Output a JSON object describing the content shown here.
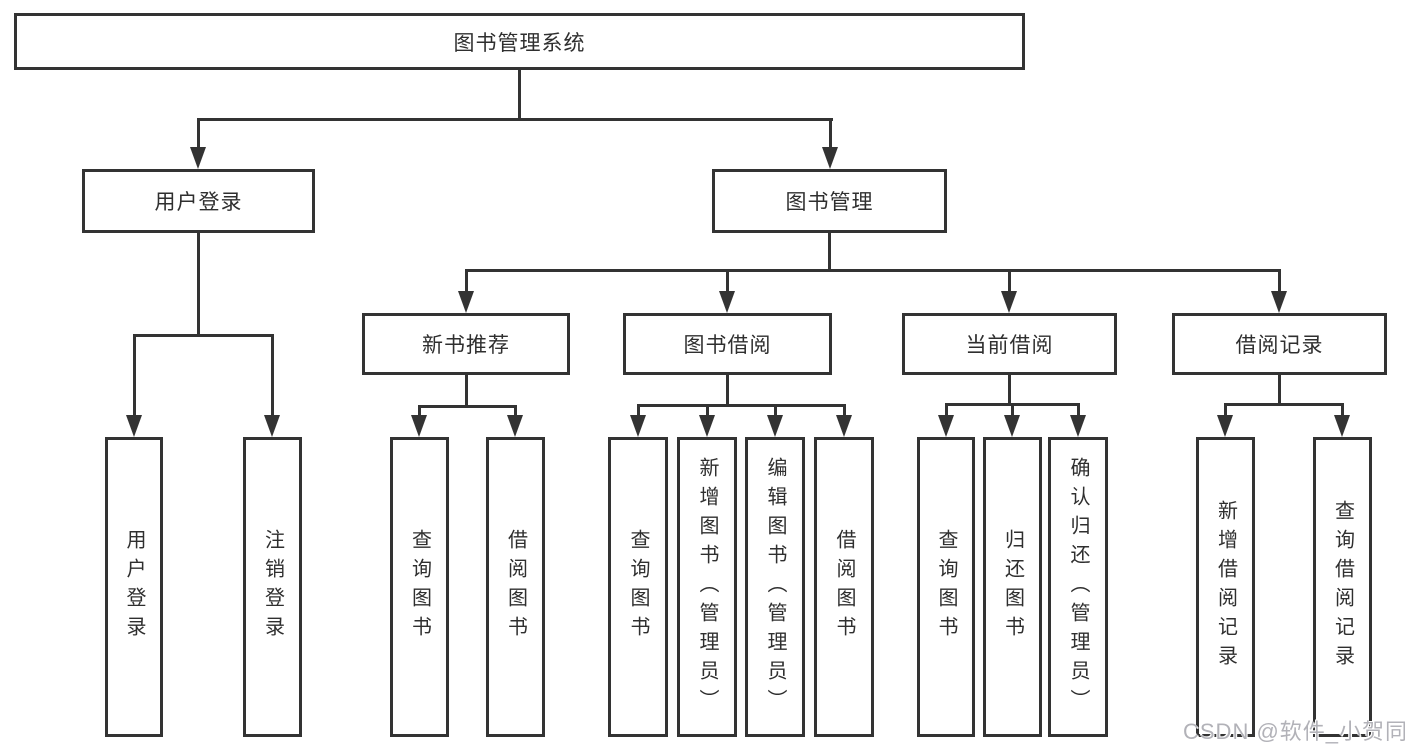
{
  "diagram_title": "图书管理系统",
  "tree": {
    "root": {
      "label": "图书管理系统",
      "children": [
        {
          "label": "用户登录",
          "children": [
            {
              "label": "用户登录"
            },
            {
              "label": "注销登录"
            }
          ]
        },
        {
          "label": "图书管理",
          "children": [
            {
              "label": "新书推荐",
              "children": [
                {
                  "label": "查询图书"
                },
                {
                  "label": "借阅图书"
                }
              ]
            },
            {
              "label": "图书借阅",
              "children": [
                {
                  "label": "查询图书"
                },
                {
                  "label": "新增图书（管理员）"
                },
                {
                  "label": "编辑图书（管理员）"
                },
                {
                  "label": "借阅图书"
                }
              ]
            },
            {
              "label": "当前借阅",
              "children": [
                {
                  "label": "查询图书"
                },
                {
                  "label": "归还图书"
                },
                {
                  "label": "确认归还（管理员）"
                }
              ]
            },
            {
              "label": "借阅记录",
              "children": [
                {
                  "label": "新增借阅记录"
                },
                {
                  "label": "查询借阅记录"
                }
              ]
            }
          ]
        }
      ]
    }
  },
  "watermark": {
    "text": "CSDN @软件_小贺同学"
  },
  "colors": {
    "line": "#333333",
    "box_border": "#333333",
    "box_fill": "#ffffff",
    "text": "#2f2f2f",
    "background": "#ffffff",
    "watermark": "#b2b2b8"
  }
}
